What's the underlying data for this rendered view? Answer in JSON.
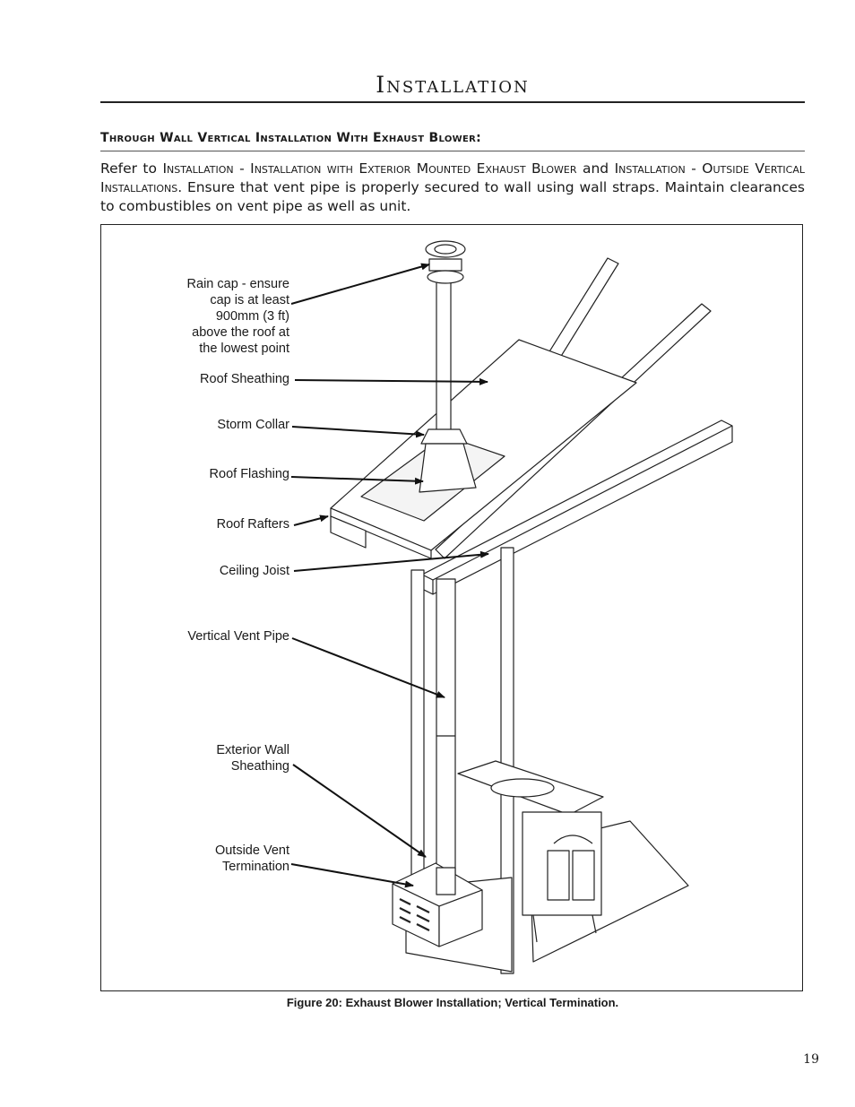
{
  "header": {
    "title": "Installation"
  },
  "section": {
    "heading": "Through Wall Vertical Installation With Exhaust Blower:",
    "paragraph": {
      "refer_to": "Refer to ",
      "link1": "Installation - Installation with Exterior Mounted Exhaust Blower",
      "and": " and ",
      "link2": "Installation - Outside Vertical Installations",
      "rest": ". Ensure that vent pipe is properly secured to wall using wall straps. Maintain clearances to combustibles on vent pipe as well as unit."
    }
  },
  "figure": {
    "callouts": {
      "rain_cap": "Rain cap - ensure\ncap is at least\n900mm (3 ft)\nabove the roof at\nthe lowest point",
      "roof_sheathing": "Roof Sheathing",
      "storm_collar": "Storm Collar",
      "roof_flashing": "Roof Flashing",
      "roof_rafters": "Roof Rafters",
      "ceiling_joist": "Ceiling Joist",
      "vertical_vent_pipe": "Vertical Vent Pipe",
      "exterior_wall_sheathing": "Exterior Wall\nSheathing",
      "outside_vent_termination": "Outside Vent\nTermination"
    },
    "caption": "Figure 20: Exhaust Blower Installation; Vertical Termination."
  },
  "footer": {
    "page_number": "19"
  }
}
